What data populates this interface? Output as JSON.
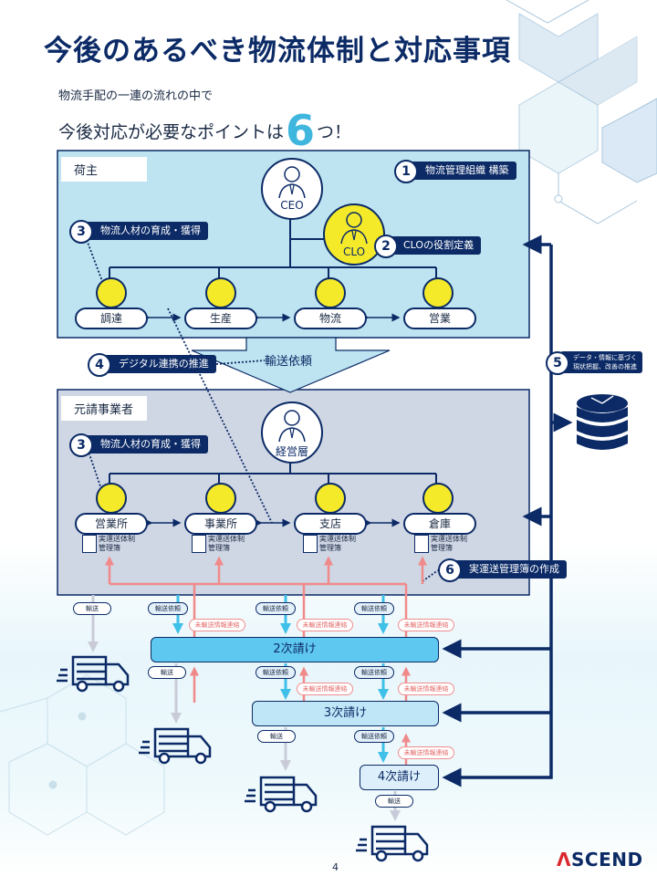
{
  "title": "今後のあるべき物流体制と対応事項",
  "subtitle": {
    "line1": "物流手配の一連の流れの中で",
    "line2_pre": "今後対応が必要なポイントは",
    "count": "6",
    "line2_post": "つ！"
  },
  "shipper": {
    "label": "荷主",
    "ceo": "CEO",
    "clo": "CLO",
    "departments": [
      "調達",
      "生産",
      "物流",
      "営業"
    ]
  },
  "prime": {
    "label": "元請事業者",
    "executive": "経営層",
    "departments": [
      "営業所",
      "事業所",
      "支店",
      "倉庫"
    ],
    "ledger_line1": "実運送体制",
    "ledger_line2": "管理簿"
  },
  "flow_arrow_label": "輸送依頼",
  "points": [
    {
      "number": "1",
      "label": "物流管理組織 構築"
    },
    {
      "number": "2",
      "label": "CLOの役割定義"
    },
    {
      "number": "3",
      "label": "物流人材の育成・獲得"
    },
    {
      "number": "4",
      "label": "デジタル連携の推進"
    },
    {
      "number": "5",
      "label_line1": "データ・情報に基づく",
      "label_line2": "現状把握、改善の推進"
    },
    {
      "number": "6",
      "label": "実運送管理簿の作成"
    }
  ],
  "tiers": [
    "2次請け",
    "3次請け",
    "4次請け"
  ],
  "flow_labels": {
    "transport": "輸送",
    "transport_request": "輸送依頼",
    "info_contact": "未輸送情報連絡"
  },
  "colors": {
    "navy": "#0b2a66",
    "shipper_bg": "#bde4f0",
    "prime_bg": "#cfd6e4",
    "yellow": "#f4ea2a",
    "request_blue": "#3fc0e8",
    "info_red": "#f08a8a",
    "transport_gray": "#c9ccd8",
    "tier2": "#5fc8f0",
    "tier3": "#bfe6f7",
    "tier4": "#dceffa"
  },
  "page_number": "4",
  "brand": {
    "accent": "Λ",
    "rest": "SCEND"
  }
}
